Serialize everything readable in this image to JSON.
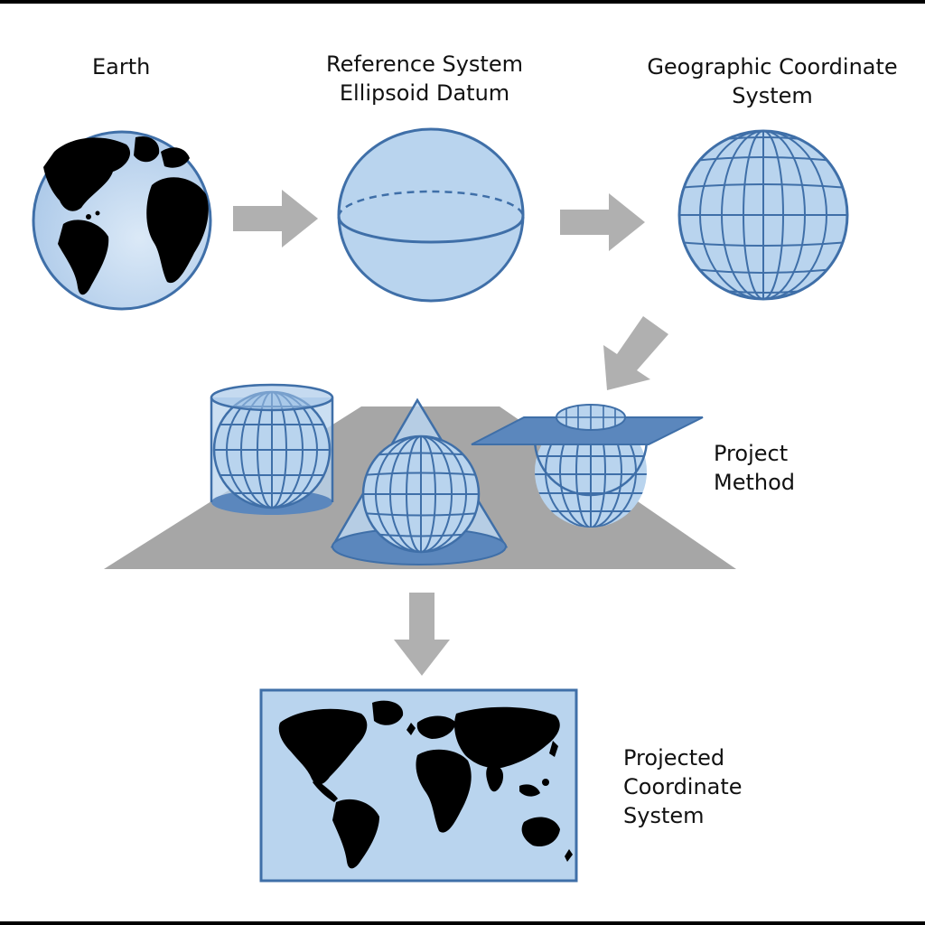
{
  "labels": {
    "earth": "Earth",
    "reference_line1": "Reference System",
    "reference_line2": "Ellipsoid Datum",
    "geographic_line1": "Geographic Coordinate",
    "geographic_line2": "System",
    "project_line1": "Project",
    "project_line2": "Method",
    "projected_line1": "Projected",
    "projected_line2": "Coordinate",
    "projected_line3": "System"
  },
  "colors": {
    "globe_fill": "#b9d4ee",
    "globe_stroke": "#3f6fa8",
    "arrow": "#b0b0b0",
    "plane": "#a6a6a6",
    "land": "#000000"
  }
}
